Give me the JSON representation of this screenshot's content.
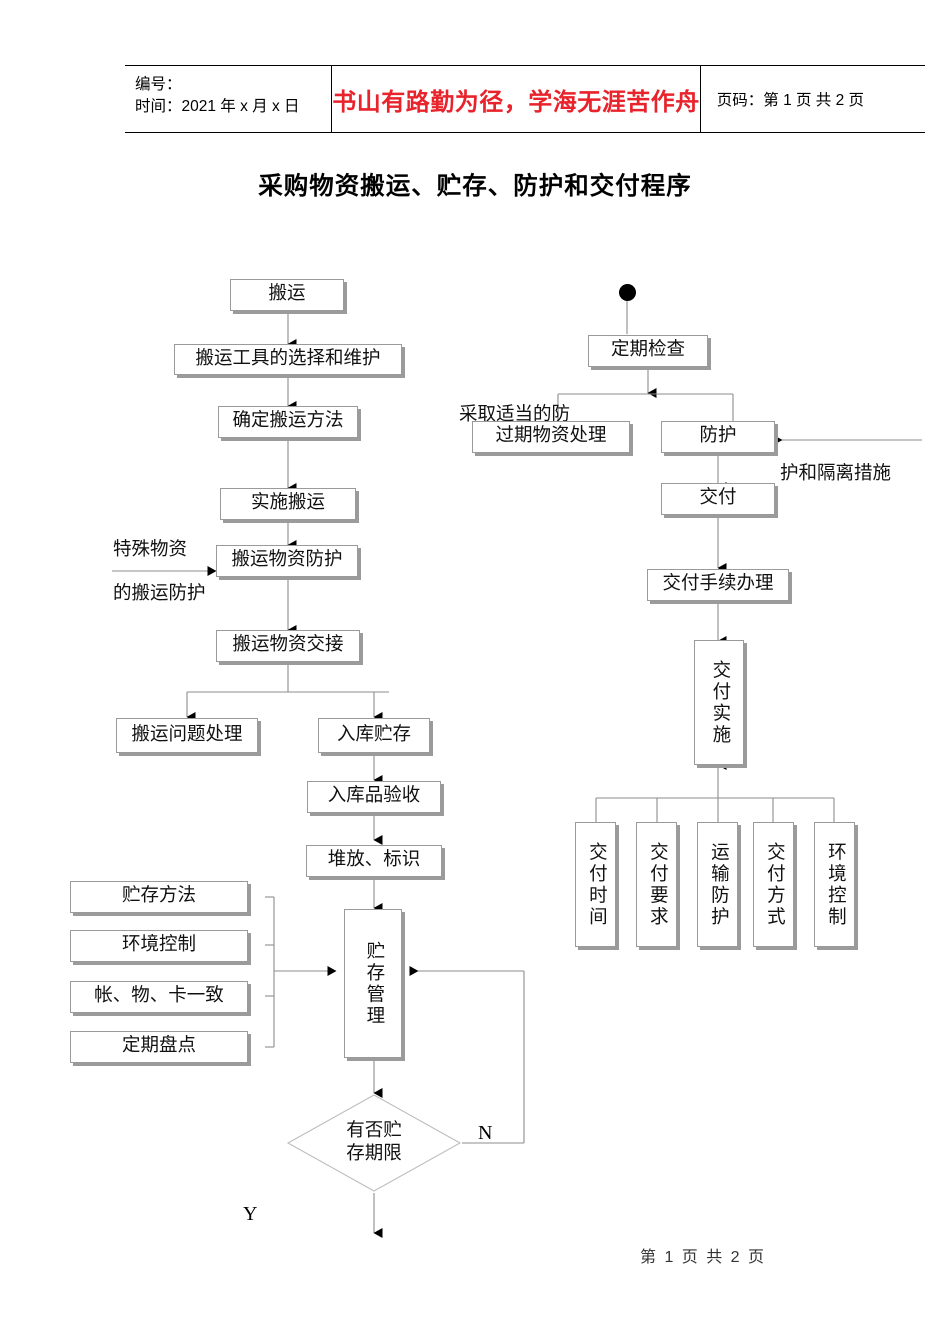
{
  "header": {
    "number_label": "编号：",
    "time_label": "时间：2021 年 x 月 x 日",
    "slogan": "书山有路勤为径，学海无涯苦作舟",
    "page_label": "页码：第 1 页  共 2 页"
  },
  "title": "采购物资搬运、贮存、防护和交付程序",
  "footer": "第 1 页 共 2 页",
  "colors": {
    "slogan_red": "#e8232b",
    "box_border": "#9a9a9a",
    "box_shadow": "#9b9b9b",
    "line": "#8d8d8d",
    "arrow": "#000000"
  },
  "flow": {
    "start_marker": "start-dot",
    "left_column": {
      "nodes": [
        {
          "id": "banyun",
          "label": "搬运"
        },
        {
          "id": "gongju-weihu",
          "label": "搬运工具的选择和维护"
        },
        {
          "id": "queding-fangfa",
          "label": "确定搬运方法"
        },
        {
          "id": "shishi-banyun",
          "label": "实施搬运"
        },
        {
          "id": "wuzi-fanghu",
          "label": "搬运物资防护"
        },
        {
          "id": "wuzi-jiaojie",
          "label": "搬运物资交接"
        },
        {
          "id": "wenti-chuli",
          "label": "搬运问题处理"
        },
        {
          "id": "ruku-zhucun",
          "label": "入库贮存"
        },
        {
          "id": "ruku-yanshou",
          "label": "入库品验收"
        },
        {
          "id": "duifang-biaoshi",
          "label": "堆放、标识"
        },
        {
          "id": "zhucun-guanli",
          "label": "贮存管理"
        }
      ],
      "side_inputs": [
        {
          "id": "zhucun-fangfa",
          "label": "贮存方法"
        },
        {
          "id": "huanjing-kz",
          "label": "环境控制"
        },
        {
          "id": "zhang-wu-ka",
          "label": "帐、物、卡一致"
        },
        {
          "id": "dingqi-pandian",
          "label": "定期盘点"
        }
      ],
      "decision": {
        "id": "youfou-qixian",
        "label_line1": "有否贮",
        "label_line2": "存期限",
        "yes_label": "Y",
        "no_label": "N"
      },
      "annotations": [
        {
          "id": "teshu-line1",
          "label": "特殊物资"
        },
        {
          "id": "teshu-line2",
          "label": "的搬运防护"
        }
      ]
    },
    "right_column": {
      "nodes": [
        {
          "id": "dingqi-jiancha",
          "label": "定期检查"
        },
        {
          "id": "guoqi-chuli",
          "label": "过期物资处理"
        },
        {
          "id": "fanghu",
          "label": "防护"
        },
        {
          "id": "jiaofu",
          "label": "交付"
        },
        {
          "id": "jiaofu-shouxu",
          "label": "交付手续办理"
        },
        {
          "id": "jiaofu-shishi",
          "label": "交付实施"
        }
      ],
      "delivery_factors": [
        {
          "id": "jf-shijian",
          "label": "交付时间"
        },
        {
          "id": "jf-yaoqiu",
          "label": "交付要求"
        },
        {
          "id": "ys-fanghu",
          "label": "运输防护"
        },
        {
          "id": "jf-fangshi",
          "label": "交付方式"
        },
        {
          "id": "hj-kongzhi",
          "label": "环境控制"
        }
      ],
      "annotations": [
        {
          "id": "caiqu-fanghu-occluded",
          "label": "采取适当的防"
        },
        {
          "id": "hu-geli-cuoshi",
          "label": "护和隔离措施"
        }
      ]
    }
  }
}
